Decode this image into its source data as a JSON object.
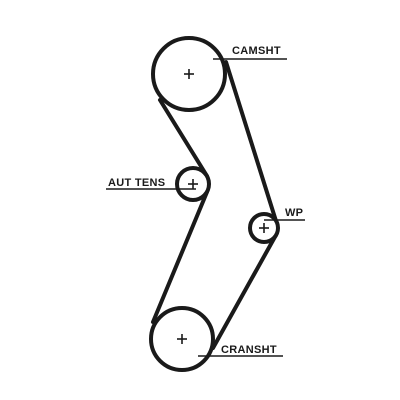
{
  "colors": {
    "line": "#1a1a1a",
    "background": "#ffffff"
  },
  "pulleys": [
    {
      "id": "camshaft",
      "label": "CAMSHT"
    },
    {
      "id": "tensioner",
      "label": "AUT TENS"
    },
    {
      "id": "water-pump",
      "label": "WP"
    },
    {
      "id": "crankshaft",
      "label": "CRANSHT"
    }
  ]
}
